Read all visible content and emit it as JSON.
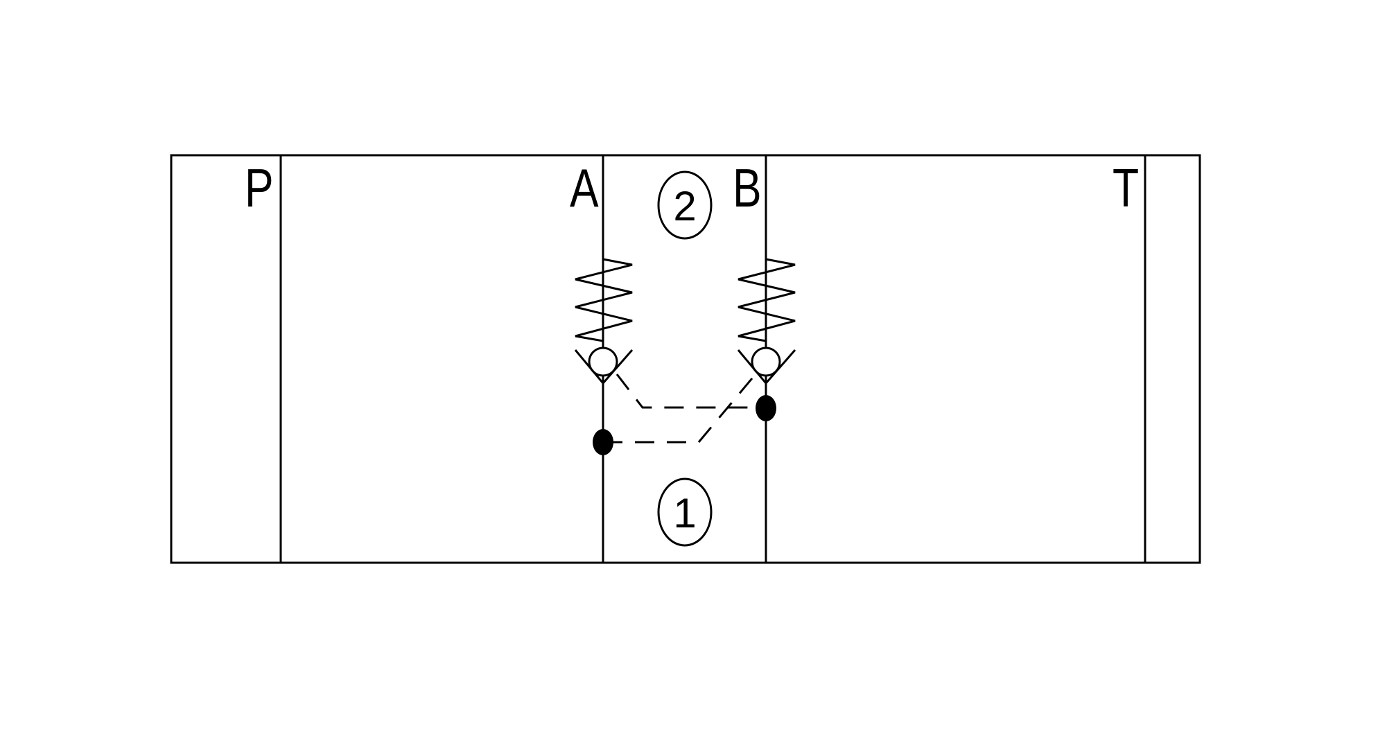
{
  "ports": {
    "p": "P",
    "a": "A",
    "b": "B",
    "t": "T"
  },
  "positions": {
    "upper": "2",
    "lower": "1"
  }
}
